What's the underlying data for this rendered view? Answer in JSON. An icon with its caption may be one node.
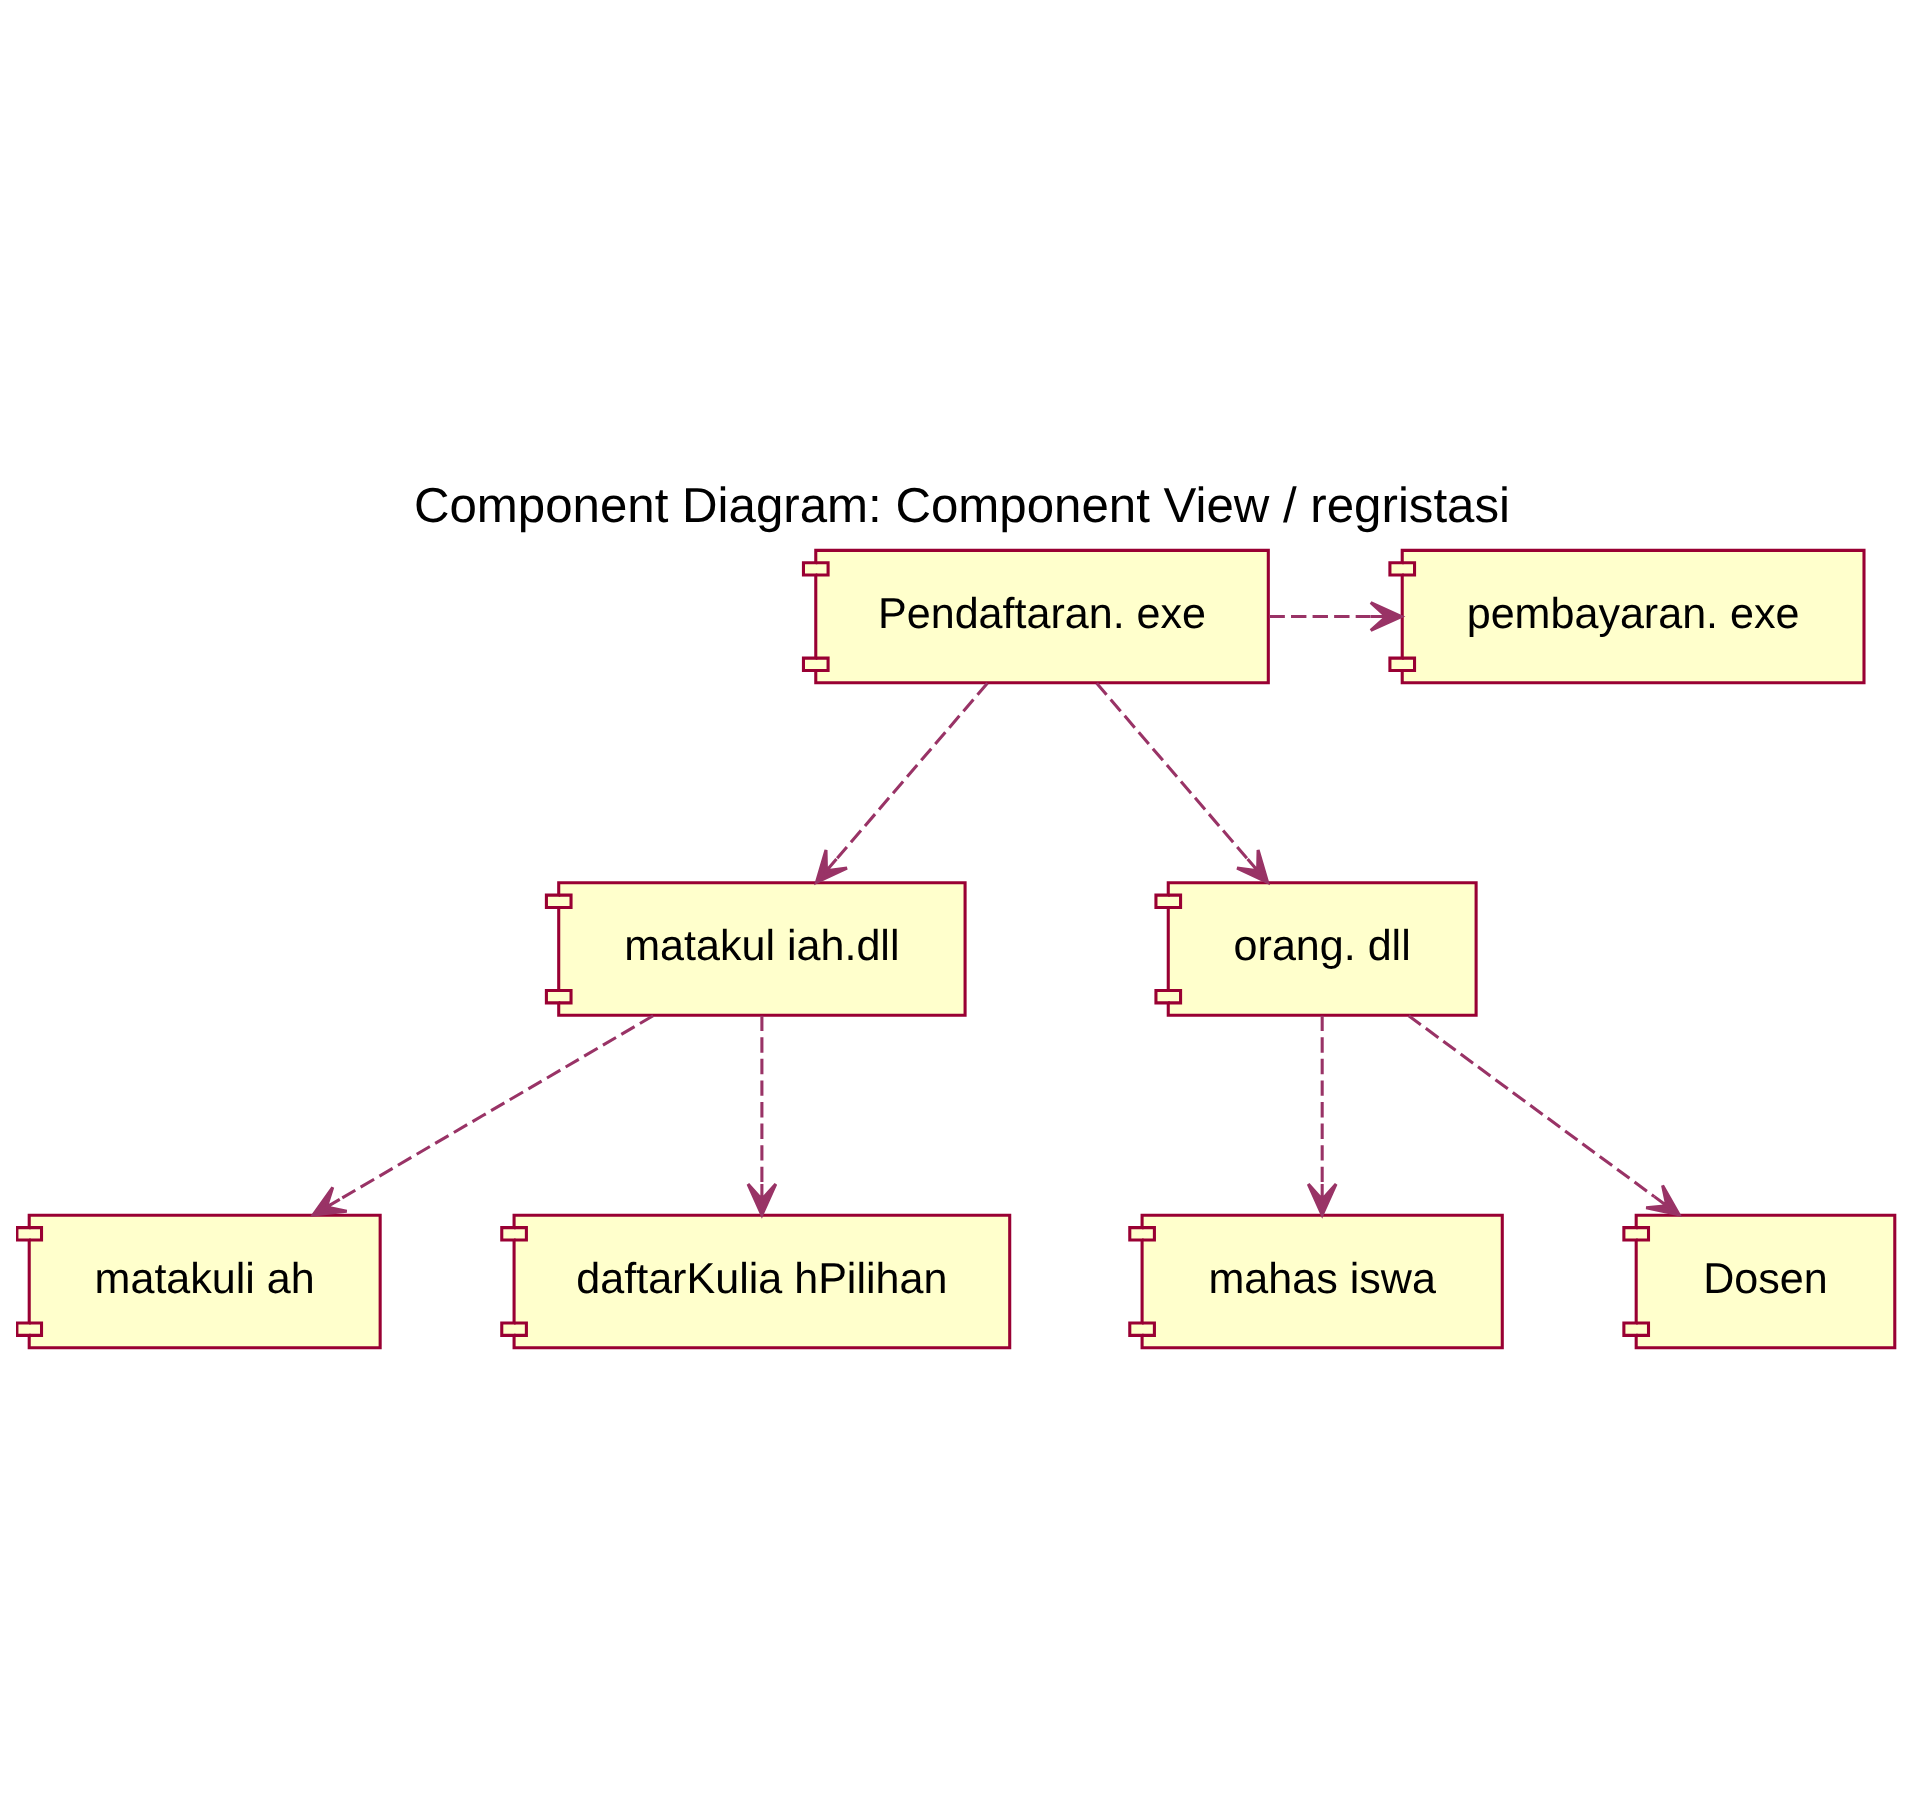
{
  "diagram": {
    "title": "Component Diagram: Component View / regristasi",
    "nodes": [
      {
        "text": [
          "pembayaran. exe"
        ]
      },
      {
        "text": [
          "Pendaftaran. exe"
        ]
      },
      {
        "text": [
          "matakul iah.dll"
        ]
      },
      {
        "text": [
          "orang. dll"
        ]
      },
      {
        "text": [
          "matakuli ah"
        ]
      },
      {
        "text": [
          "daftarKulia hPilihan"
        ]
      },
      {
        "text": [
          "mahas iswa"
        ]
      },
      {
        "text": [
          "Dosen"
        ]
      }
    ],
    "edges": [
      {
        "from": 1,
        "to": 0,
        "arrow": "to",
        "style": "dashed"
      },
      {
        "from": 1,
        "to": 2,
        "arrow": "to",
        "style": "dashed"
      },
      {
        "from": 1,
        "to": 3,
        "arrow": "to",
        "style": "dashed"
      },
      {
        "from": 2,
        "to": 4,
        "arrow": "to",
        "style": "dashed"
      },
      {
        "from": 2,
        "to": 5,
        "arrow": "to",
        "style": "dashed"
      },
      {
        "from": 3,
        "to": 6,
        "arrow": "to",
        "style": "dashed"
      },
      {
        "from": 3,
        "to": 7,
        "arrow": "to",
        "style": "dashed"
      }
    ]
  }
}
